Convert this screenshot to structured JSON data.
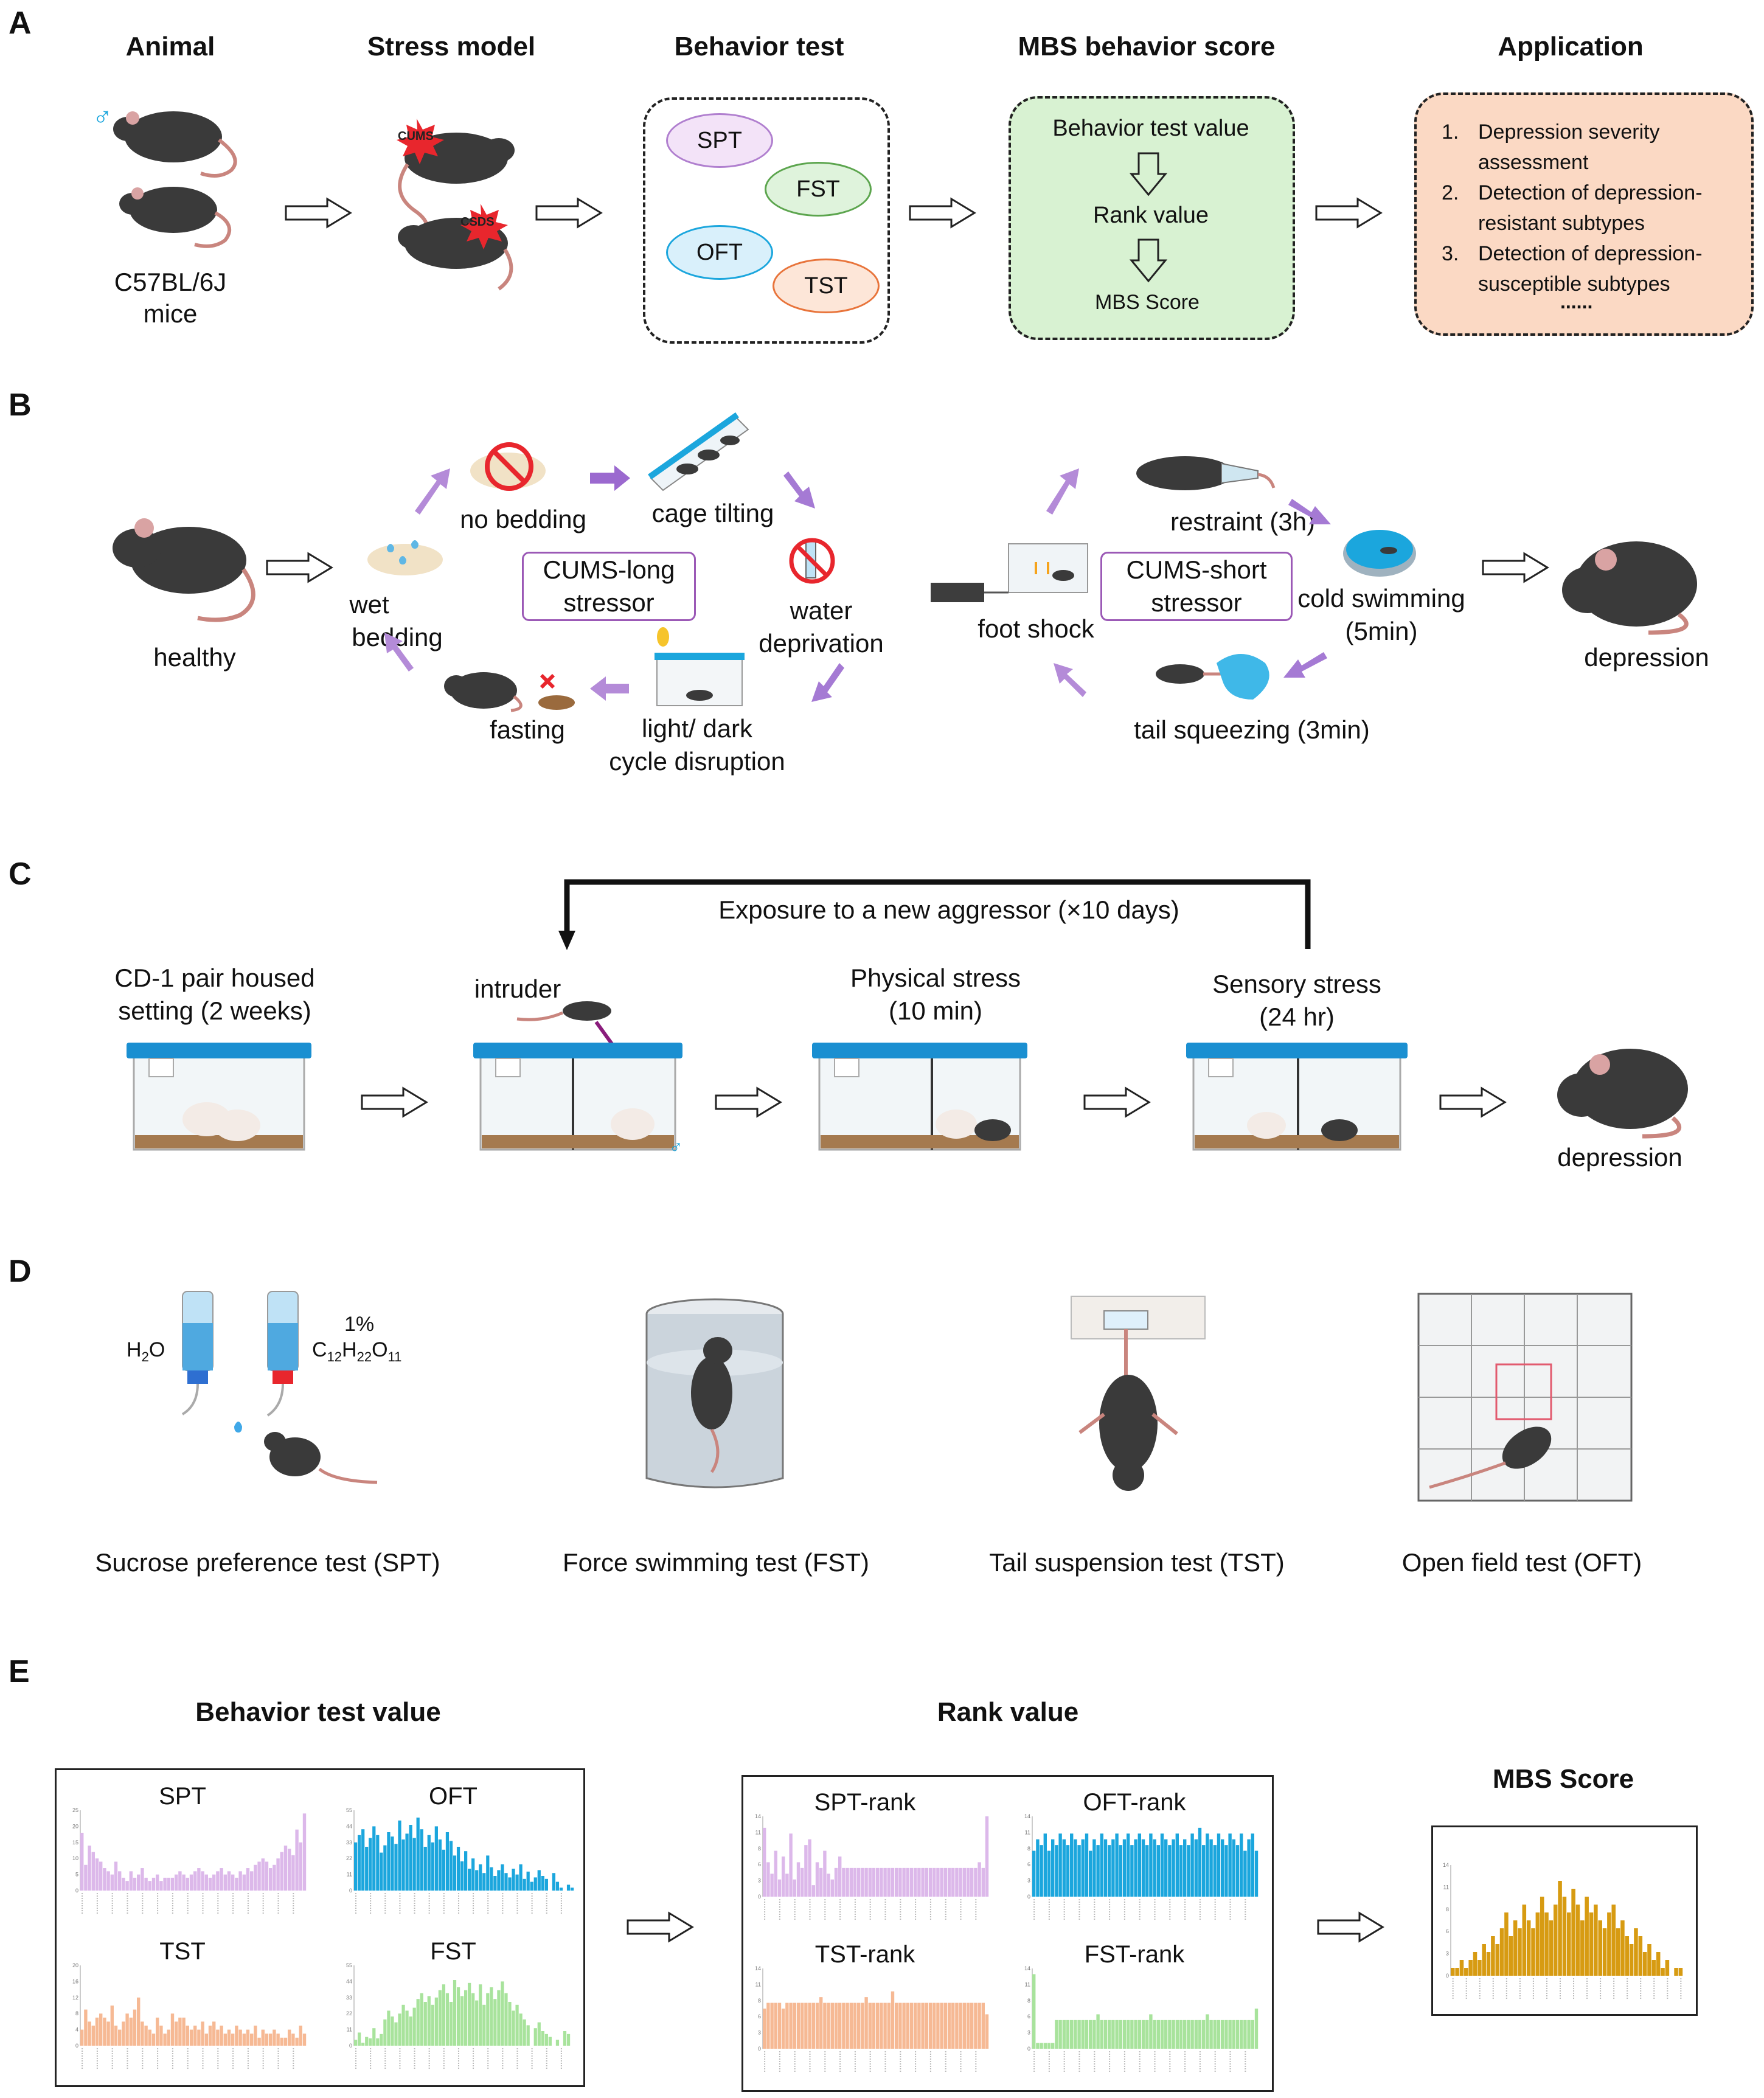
{
  "panelA": {
    "letter": "A",
    "headers": [
      "Animal",
      "Stress model",
      "Behavior test",
      "MBS behavior score",
      "Application"
    ],
    "male_symbol": "♂",
    "animal_label_1": "C57BL/6J",
    "animal_label_2": "mice",
    "cums_badge": "CUMS",
    "csds_badge": "CSDS",
    "tests": [
      "SPT",
      "FST",
      "OFT",
      "TST"
    ],
    "mbs_steps": [
      "Behavior test value",
      "Rank value",
      "MBS Score"
    ],
    "applications": [
      {
        "num": "1.",
        "lines": [
          "Depression severity",
          "assessment"
        ]
      },
      {
        "num": "2.",
        "lines": [
          "Detection of depression-",
          "resistant subtypes"
        ]
      },
      {
        "num": "3.",
        "lines": [
          "Detection of depression-",
          "susceptible subtypes"
        ]
      }
    ],
    "ellipsis": "......"
  },
  "panelB": {
    "letter": "B",
    "healthy": "healthy",
    "cums_long": [
      "CUMS-long",
      "stressor"
    ],
    "cums_short": [
      "CUMS-short",
      "stressor"
    ],
    "long_items": {
      "wet_bedding": [
        "wet",
        "bedding"
      ],
      "no_bedding": "no bedding",
      "cage_tilting": "cage tilting",
      "water_deprivation": [
        "water",
        "deprivation"
      ],
      "light_dark": [
        "light/ dark",
        "cycle disruption"
      ],
      "fasting": "fasting"
    },
    "short_items": {
      "restraint": "restraint (3h)",
      "cold_swimming": [
        "cold swimming",
        "(5min)"
      ],
      "tail_squeezing": "tail squeezing (3min)",
      "foot_shock": "foot shock"
    },
    "depression": "depression"
  },
  "panelC": {
    "letter": "C",
    "loop_label": "Exposure to a new aggressor (×10 days)",
    "stage1": [
      "CD-1 pair housed",
      "setting (2 weeks)"
    ],
    "stage2": "intruder",
    "stage3": [
      "Physical stress",
      "(10 min)"
    ],
    "stage4": [
      "Sensory stress",
      "(24 hr)"
    ],
    "depression": "depression",
    "male_symbol": "♂"
  },
  "panelD": {
    "letter": "D",
    "h2o": "H",
    "h2o_sub": "2",
    "h2o_tail": "O",
    "sucrose_pct": "1%",
    "sucrose_formula": {
      "c": "C",
      "cs": "12",
      "h": "H",
      "hs": "22",
      "o": "O",
      "os": "11"
    },
    "tests": [
      "Sucrose preference test (SPT)",
      "Force swimming test (FST)",
      "Tail suspension test (TST)",
      "Open field test (OFT)"
    ]
  },
  "panelE": {
    "letter": "E",
    "h_behavior": "Behavior test value",
    "h_rank": "Rank value",
    "h_mbs": "MBS Score",
    "colors": {
      "spt": "#dcb8ea",
      "oft": "#1ba6dd",
      "tst": "#f6b994",
      "fst": "#a8e39c",
      "mbs": "#d79b12"
    }
  },
  "chart_data": [
    {
      "type": "bar",
      "title": "SPT",
      "ylim": [
        0,
        25
      ],
      "values": [
        18,
        8,
        14,
        12,
        10,
        9,
        7,
        6,
        5,
        9,
        6,
        4,
        3,
        6,
        4,
        5,
        7,
        4,
        3,
        4,
        5,
        3,
        4,
        4,
        4,
        5,
        6,
        5,
        4,
        5,
        6,
        7,
        6,
        5,
        4,
        5,
        6,
        7,
        5,
        6,
        5,
        4,
        6,
        5,
        7,
        6,
        8,
        9,
        10,
        9,
        7,
        8,
        10,
        12,
        14,
        13,
        11,
        19,
        15,
        24
      ]
    },
    {
      "type": "bar",
      "title": "OFT",
      "ylim": [
        0,
        55
      ],
      "values": [
        33,
        38,
        42,
        30,
        36,
        44,
        38,
        26,
        31,
        40,
        37,
        32,
        48,
        35,
        39,
        45,
        36,
        50,
        42,
        30,
        38,
        33,
        44,
        35,
        28,
        40,
        34,
        24,
        30,
        20,
        27,
        15,
        22,
        14,
        18,
        12,
        24,
        16,
        10,
        14,
        18,
        12,
        9,
        15,
        11,
        18,
        8,
        13,
        6,
        9,
        14,
        10,
        8,
        0,
        12,
        6,
        2,
        0,
        4,
        2
      ]
    },
    {
      "type": "bar",
      "title": "TST",
      "ylim": [
        0,
        20
      ],
      "values": [
        4,
        9,
        6,
        5,
        7,
        8,
        7,
        6,
        10,
        5,
        4,
        6,
        8,
        7,
        9,
        12,
        6,
        5,
        4,
        3,
        7,
        5,
        3,
        4,
        8,
        6,
        7,
        7,
        5,
        4,
        5,
        4,
        6,
        3,
        5,
        6,
        4,
        5,
        3,
        4,
        3,
        5,
        4,
        3,
        4,
        3,
        5,
        2,
        4,
        3,
        3,
        4,
        3,
        2,
        2,
        4,
        3,
        2,
        5,
        3
      ]
    },
    {
      "type": "bar",
      "title": "FST",
      "ylim": [
        0,
        55
      ],
      "values": [
        4,
        9,
        2,
        6,
        5,
        12,
        5,
        8,
        18,
        24,
        20,
        16,
        22,
        28,
        24,
        20,
        26,
        32,
        36,
        30,
        34,
        28,
        33,
        38,
        42,
        36,
        30,
        45,
        40,
        34,
        38,
        43,
        36,
        31,
        42,
        28,
        36,
        40,
        32,
        38,
        44,
        36,
        30,
        24,
        28,
        22,
        18,
        14,
        0,
        12,
        16,
        10,
        8,
        6,
        0,
        4,
        0,
        10,
        8,
        0
      ]
    },
    {
      "type": "bar",
      "title": "SPT-rank",
      "ylim": [
        0,
        14
      ],
      "values": [
        12,
        6,
        4,
        8,
        3,
        7,
        4,
        11,
        3,
        6,
        5,
        9,
        10,
        2,
        6,
        5,
        8,
        4,
        3,
        5,
        7,
        5,
        5,
        5,
        5,
        5,
        5,
        5,
        5,
        5,
        5,
        5,
        5,
        5,
        5,
        5,
        5,
        5,
        5,
        5,
        5,
        5,
        5,
        5,
        5,
        5,
        5,
        5,
        5,
        5,
        5,
        5,
        5,
        5,
        5,
        5,
        5,
        6,
        5,
        14
      ]
    },
    {
      "type": "bar",
      "title": "OFT-rank",
      "ylim": [
        0,
        14
      ],
      "values": [
        8,
        10,
        9,
        11,
        8,
        10,
        9,
        11,
        10,
        9,
        11,
        10,
        9,
        10,
        11,
        8,
        10,
        9,
        11,
        10,
        9,
        10,
        11,
        9,
        10,
        11,
        9,
        10,
        11,
        10,
        9,
        11,
        10,
        9,
        11,
        10,
        9,
        10,
        11,
        9,
        10,
        9,
        11,
        10,
        12,
        9,
        11,
        10,
        9,
        11,
        10,
        9,
        11,
        10,
        9,
        11,
        8,
        10,
        11,
        8
      ]
    },
    {
      "type": "bar",
      "title": "TST-rank",
      "ylim": [
        0,
        14
      ],
      "values": [
        7,
        8,
        8,
        8,
        8,
        7,
        8,
        8,
        8,
        8,
        8,
        8,
        8,
        8,
        8,
        9,
        8,
        8,
        8,
        8,
        8,
        8,
        8,
        8,
        8,
        8,
        8,
        9,
        8,
        8,
        8,
        8,
        8,
        8,
        10,
        8,
        8,
        8,
        8,
        8,
        8,
        8,
        8,
        8,
        8,
        8,
        8,
        8,
        8,
        8,
        8,
        8,
        8,
        8,
        8,
        8,
        8,
        8,
        8,
        6
      ]
    },
    {
      "type": "bar",
      "title": "FST-rank",
      "ylim": [
        0,
        14
      ],
      "values": [
        13,
        1,
        1,
        1,
        1,
        1,
        5,
        5,
        5,
        5,
        5,
        5,
        5,
        5,
        5,
        5,
        5,
        6,
        5,
        5,
        5,
        5,
        5,
        5,
        5,
        5,
        5,
        5,
        5,
        5,
        5,
        6,
        5,
        5,
        5,
        5,
        5,
        5,
        5,
        5,
        5,
        5,
        5,
        5,
        5,
        5,
        6,
        5,
        5,
        5,
        5,
        5,
        5,
        5,
        5,
        5,
        5,
        5,
        5,
        7
      ]
    },
    {
      "type": "bar",
      "title": "MBS Score",
      "ylim": [
        0,
        14
      ],
      "values": [
        1,
        1,
        2,
        1,
        2,
        3,
        2,
        4,
        3,
        5,
        4,
        6,
        8,
        5,
        7,
        6,
        9,
        7,
        6,
        8,
        10,
        8,
        7,
        9,
        12,
        10,
        8,
        11,
        9,
        7,
        10,
        8,
        9,
        7,
        6,
        8,
        9,
        6,
        7,
        5,
        4,
        6,
        5,
        3,
        4,
        2,
        3,
        1,
        2,
        0,
        1,
        1
      ]
    }
  ]
}
